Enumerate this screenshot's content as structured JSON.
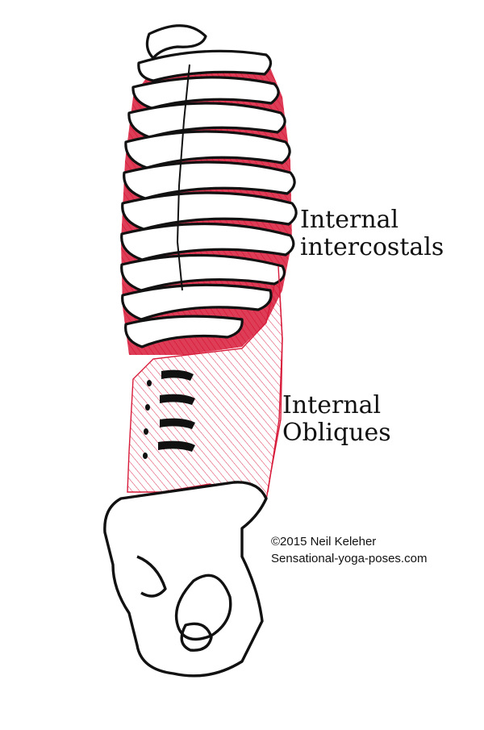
{
  "labels": {
    "intercostals": {
      "line1": "Internal",
      "line2": "intercostals"
    },
    "obliques": {
      "line1": "Internal",
      "line2": "Obliques"
    }
  },
  "credit": {
    "line1": "©2015 Neil Keleher",
    "line2": "Sensational-yoga-poses.com"
  },
  "colors": {
    "muscle": "#d81b3a",
    "muscle_dark": "#c40024",
    "ink": "#111111",
    "bone": "#ffffff"
  }
}
